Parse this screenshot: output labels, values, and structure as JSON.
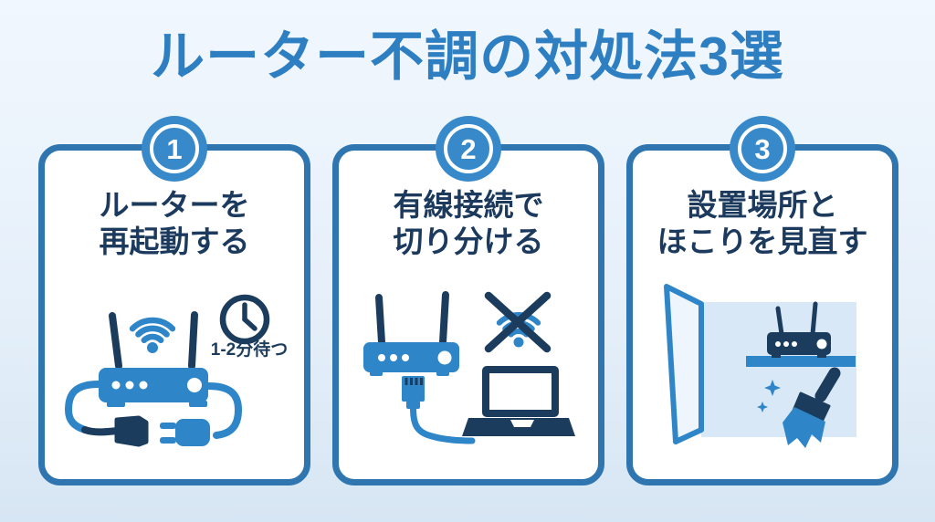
{
  "title": "ルーター不調の対処法3選",
  "colors": {
    "background_top": "#f1f7fe",
    "background_bottom": "#d7e6f4",
    "title_blue": "#2e7fc2",
    "card_border": "#2f76b0",
    "badge_fill": "#3889c9",
    "heading_navy": "#1b3a5e",
    "icon_blue": "#2e86c8",
    "icon_navy": "#1c3c5e",
    "wall_light_blue": "#d9e8f7"
  },
  "cards": [
    {
      "number": "1",
      "title_line1": "ルーターを",
      "title_line2": "再起動する",
      "note": "1-2分待つ",
      "icons": [
        "wifi-router-icon",
        "unplugged-power-plugs-icon",
        "clock-icon"
      ]
    },
    {
      "number": "2",
      "title_line1": "有線接続で",
      "title_line2": "切り分ける",
      "icons": [
        "router-icon",
        "ethernet-cable-icon",
        "laptop-icon",
        "no-wifi-icon"
      ]
    },
    {
      "number": "3",
      "title_line1": "設置場所と",
      "title_line2": "ほこりを見直す",
      "icons": [
        "open-door-icon",
        "router-on-shelf-icon",
        "cleaning-brush-icon",
        "sparkles-icon"
      ]
    }
  ]
}
